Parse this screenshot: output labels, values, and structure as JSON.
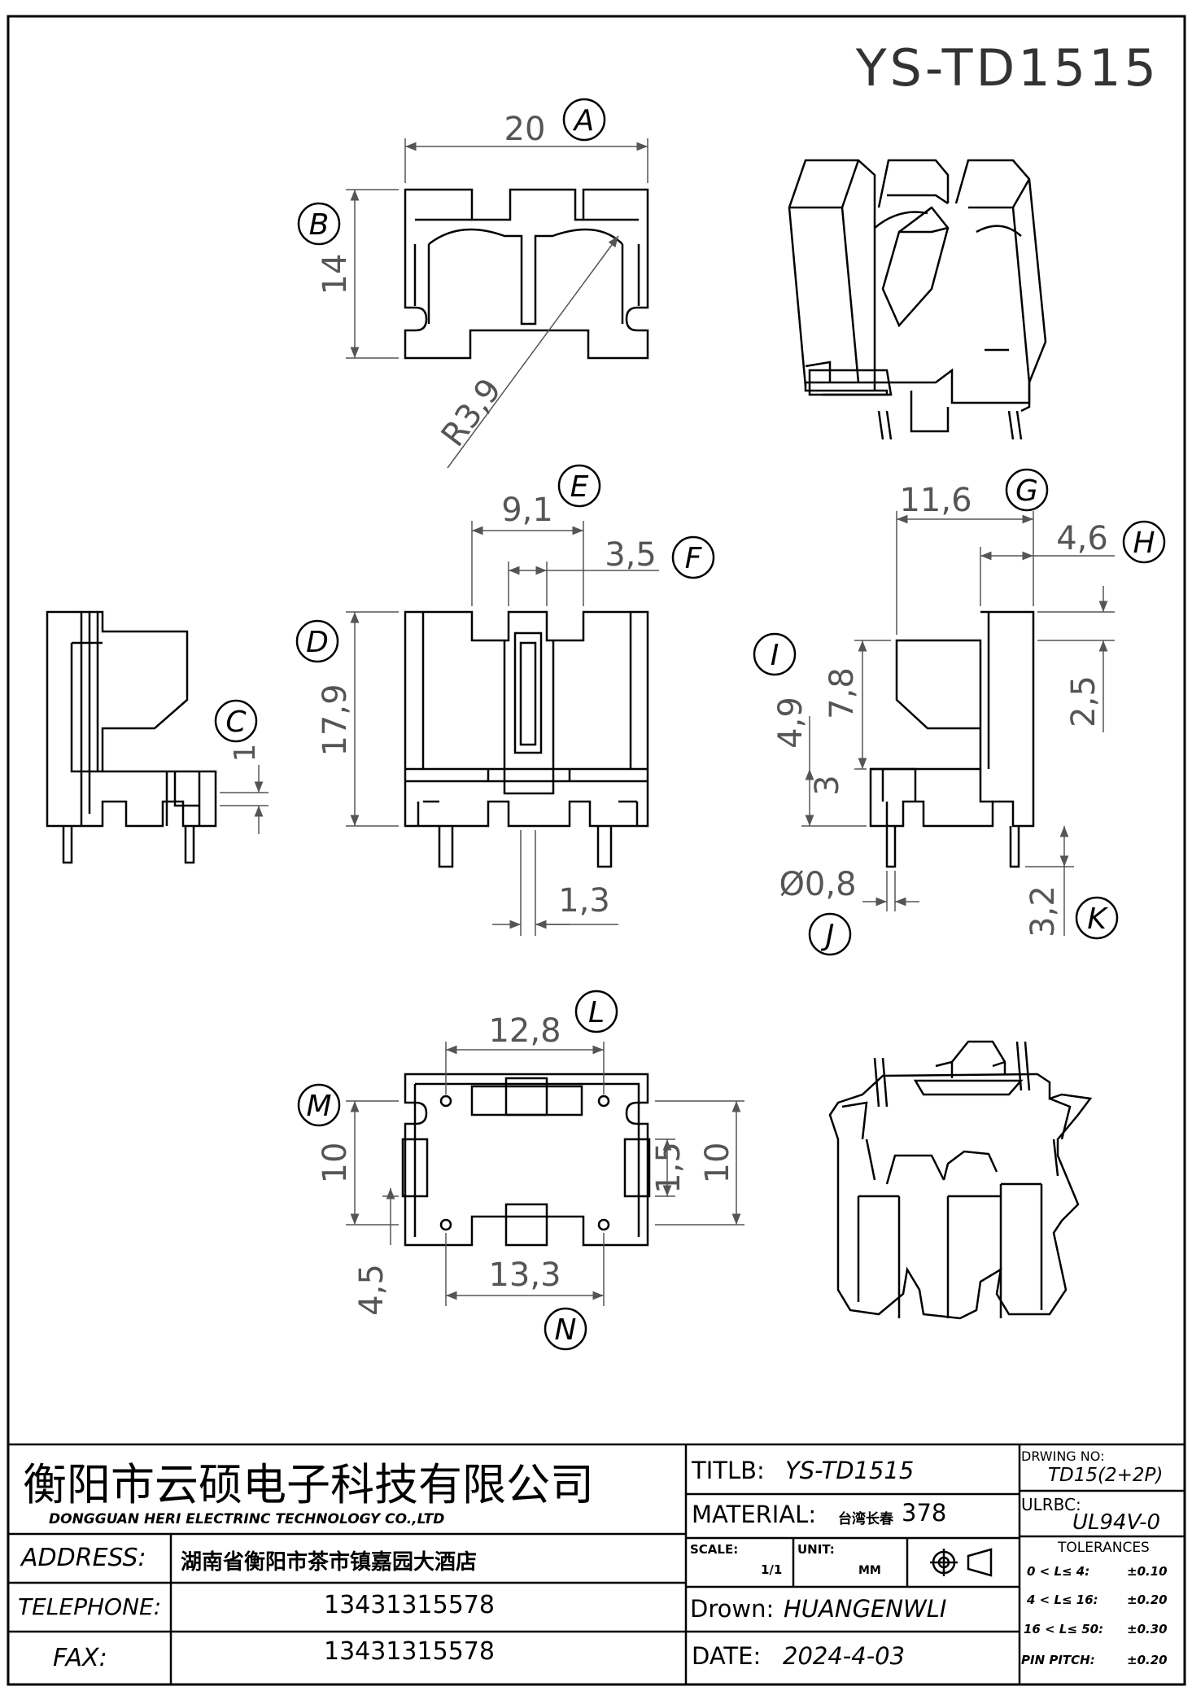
{
  "part_number": "YS-TD1515",
  "markers": {
    "A": "A",
    "B": "B",
    "C": "C",
    "D": "D",
    "E": "E",
    "F": "F",
    "G": "G",
    "H": "H",
    "I": "I",
    "J": "J",
    "K": "K",
    "L": "L",
    "M": "M",
    "N": "N"
  },
  "dims": {
    "a": "20",
    "b": "14",
    "r": "R3,9",
    "e": "9,1",
    "f": "3,5",
    "d": "17,9",
    "c": "1",
    "w": "1,3",
    "g": "11,6",
    "h": "4,6",
    "i": "4,9",
    "i2": "7,8",
    "i3": "3",
    "i4": "2,5",
    "j": "Ø0,8",
    "k": "3,2",
    "l": "12,8",
    "m": "10",
    "m2": "1,5",
    "m3": "10",
    "m4": "4,5",
    "n": "13,3"
  },
  "title_block": {
    "company_cn": "衡阳市云硕电子科技有限公司",
    "company_en": "DONGGUAN HERI ELECTRINC TECHNOLOGY CO.,LTD",
    "address_label": "ADDRESS:",
    "address_value": "湖南省衡阳市茶市镇嘉园大酒店",
    "telephone_label": "TELEPHONE:",
    "telephone_value": "13431315578",
    "fax_label": "FAX:",
    "fax_value": "13431315578",
    "title_label": "TITLB:",
    "title_value": "YS-TD1515",
    "material_label": "MATERIAL:",
    "material_value_cn": "台湾长春",
    "material_value": "378",
    "scale_label": "SCALE:",
    "scale_value": "1/1",
    "unit_label": "UNIT:",
    "unit_value": "MM",
    "drawn_label": "Drown:",
    "drawn_value": "HUANGENWLI",
    "date_label": "DATE:",
    "date_value": "2024-4-03",
    "drawing_no_label": "DRWING NO:",
    "drawing_no_value": "TD15(2+2P)",
    "ulrbc_label": "ULRBC:",
    "ulrbc_value": "UL94V-0",
    "tolerances_label": "TOLERANCES",
    "tolerances": [
      {
        "range": "0 < L≤ 4:",
        "value": "±0.10"
      },
      {
        "range": "4 < L≤ 16:",
        "value": "±0.20"
      },
      {
        "range": "16 < L≤ 50:",
        "value": "±0.30"
      }
    ],
    "pin_pitch_label": "PIN PITCH:",
    "pin_pitch_value": "±0.20"
  }
}
